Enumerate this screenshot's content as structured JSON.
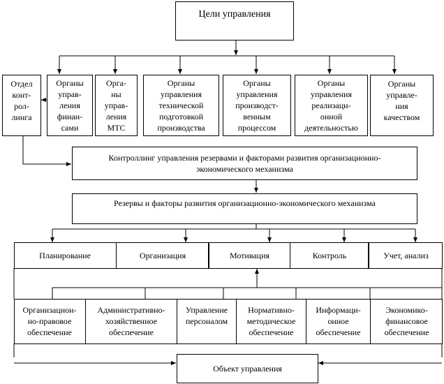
{
  "goals": "Цели управления",
  "bodies": [
    "Отдел\nконт-\nрол-\nлинга",
    "Органы\nуправ-\nления\nфинан-\nсами",
    "Орга-\nны\nуправ-\nления\nМТС",
    "Органы\nуправления\nтехнической\nподготовкой\nпроизводства",
    "Органы\nуправления\nпроизводст-\nвенным\nпроцессом",
    "Органы\nуправления\nреализаци-\nонной\nдеятельностью",
    "Органы\nуправле-\nния\nкачеством"
  ],
  "controlling": "Контроллинг управления резервами и факторами развития организационно-\nэкономического механизма",
  "reserves": "Резервы и факторы развития организационно-экономического механизма",
  "functions": [
    "Планирование",
    "Организация",
    "Мотивация",
    "Контроль",
    "Учет, анализ"
  ],
  "support": [
    "Организацион-\nно-правовое\nобеспечение",
    "Административно-\nхозяйственное\nобеспечение",
    "Управление\nперсоналом",
    "Нормативно-\nметодическое\nобеспечение",
    "Информаци-\nонное\nобеспечение",
    "Экономико-\nфинансовое\nобеспечение"
  ],
  "object": "Объект управления"
}
